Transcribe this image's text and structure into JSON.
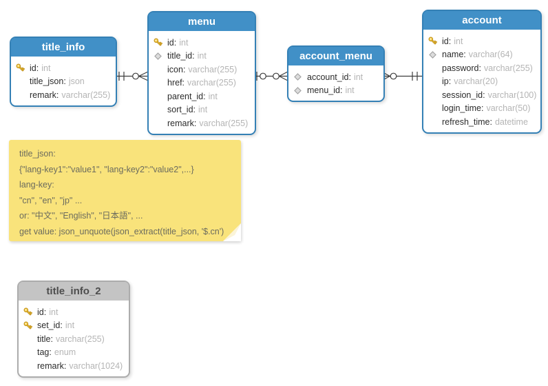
{
  "diagram": {
    "tables": {
      "title_info": {
        "title": "title_info",
        "theme": "blue",
        "fields": [
          {
            "icon": "key",
            "name": "id",
            "type": "int"
          },
          {
            "icon": "",
            "name": "title_json",
            "type": "json"
          },
          {
            "icon": "",
            "name": "remark",
            "type": "varchar(255)"
          }
        ]
      },
      "menu": {
        "title": "menu",
        "theme": "blue",
        "fields": [
          {
            "icon": "key",
            "name": "id",
            "type": "int"
          },
          {
            "icon": "fk",
            "name": "title_id",
            "type": "int"
          },
          {
            "icon": "",
            "name": "icon",
            "type": "varchar(255)"
          },
          {
            "icon": "",
            "name": "href",
            "type": "varchar(255)"
          },
          {
            "icon": "",
            "name": "parent_id",
            "type": "int"
          },
          {
            "icon": "",
            "name": "sort_id",
            "type": "int"
          },
          {
            "icon": "",
            "name": "remark",
            "type": "varchar(255)"
          }
        ]
      },
      "account_menu": {
        "title": "account_menu",
        "theme": "blue",
        "fields": [
          {
            "icon": "fk",
            "name": "account_id",
            "type": "int"
          },
          {
            "icon": "fk",
            "name": "menu_id",
            "type": "int"
          }
        ]
      },
      "account": {
        "title": "account",
        "theme": "blue",
        "fields": [
          {
            "icon": "key",
            "name": "id",
            "type": "int"
          },
          {
            "icon": "fk",
            "name": "name",
            "type": "varchar(64)"
          },
          {
            "icon": "",
            "name": "password",
            "type": "varchar(255)"
          },
          {
            "icon": "",
            "name": "ip",
            "type": "varchar(20)"
          },
          {
            "icon": "",
            "name": "session_id",
            "type": "varchar(100)"
          },
          {
            "icon": "",
            "name": "login_time",
            "type": "varchar(50)"
          },
          {
            "icon": "",
            "name": "refresh_time",
            "type": "datetime"
          }
        ]
      },
      "title_info_2": {
        "title": "title_info_2",
        "theme": "gray",
        "fields": [
          {
            "icon": "key",
            "name": "id",
            "type": "int"
          },
          {
            "icon": "key",
            "name": "set_id",
            "type": "int"
          },
          {
            "icon": "",
            "name": "title",
            "type": "varchar(255)"
          },
          {
            "icon": "",
            "name": "tag",
            "type": "enum"
          },
          {
            "icon": "",
            "name": "remark",
            "type": "varchar(1024)"
          }
        ]
      }
    },
    "note": {
      "lines": [
        "title_json:",
        "{\"lang-key1\":\"value1\", \"lang-key2\":\"value2\",...}",
        "lang-key:",
        "\"cn\", \"en\", \"jp\" ...",
        "or: \"中文\", \"English\", \"日本語\", ...",
        "get value: json_unquote(json_extract(title_json, '$.cn')"
      ]
    },
    "relationships": [
      {
        "from": "title_info",
        "to": "menu",
        "from_cardinality": "exactly-one",
        "to_cardinality": "zero-or-many"
      },
      {
        "from": "menu",
        "to": "account_menu",
        "from_cardinality": "zero-or-one",
        "to_cardinality": "zero-or-many"
      },
      {
        "from": "account_menu",
        "to": "account",
        "from_cardinality": "zero-or-many",
        "to_cardinality": "exactly-one"
      }
    ],
    "colors": {
      "header_blue": "#4190C7",
      "table_border_blue": "#3480B5",
      "header_gray": "#C4C4C4",
      "table_border_gray": "#ACACAC",
      "note_yellow": "#F9E37B",
      "key_gold": "#F3C940",
      "line_dark": "#3C3C3C"
    }
  }
}
